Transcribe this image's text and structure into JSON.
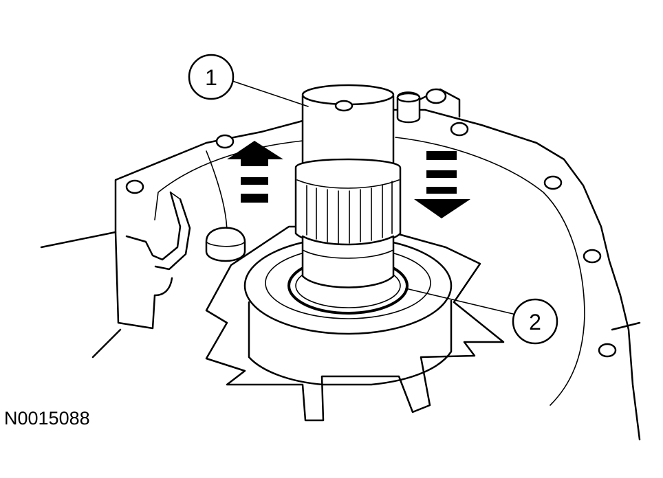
{
  "figure": {
    "id": "N0015088",
    "callouts": [
      {
        "label": "1"
      },
      {
        "label": "2"
      }
    ],
    "arrows": [
      {
        "direction": "up"
      },
      {
        "direction": "down"
      }
    ]
  }
}
